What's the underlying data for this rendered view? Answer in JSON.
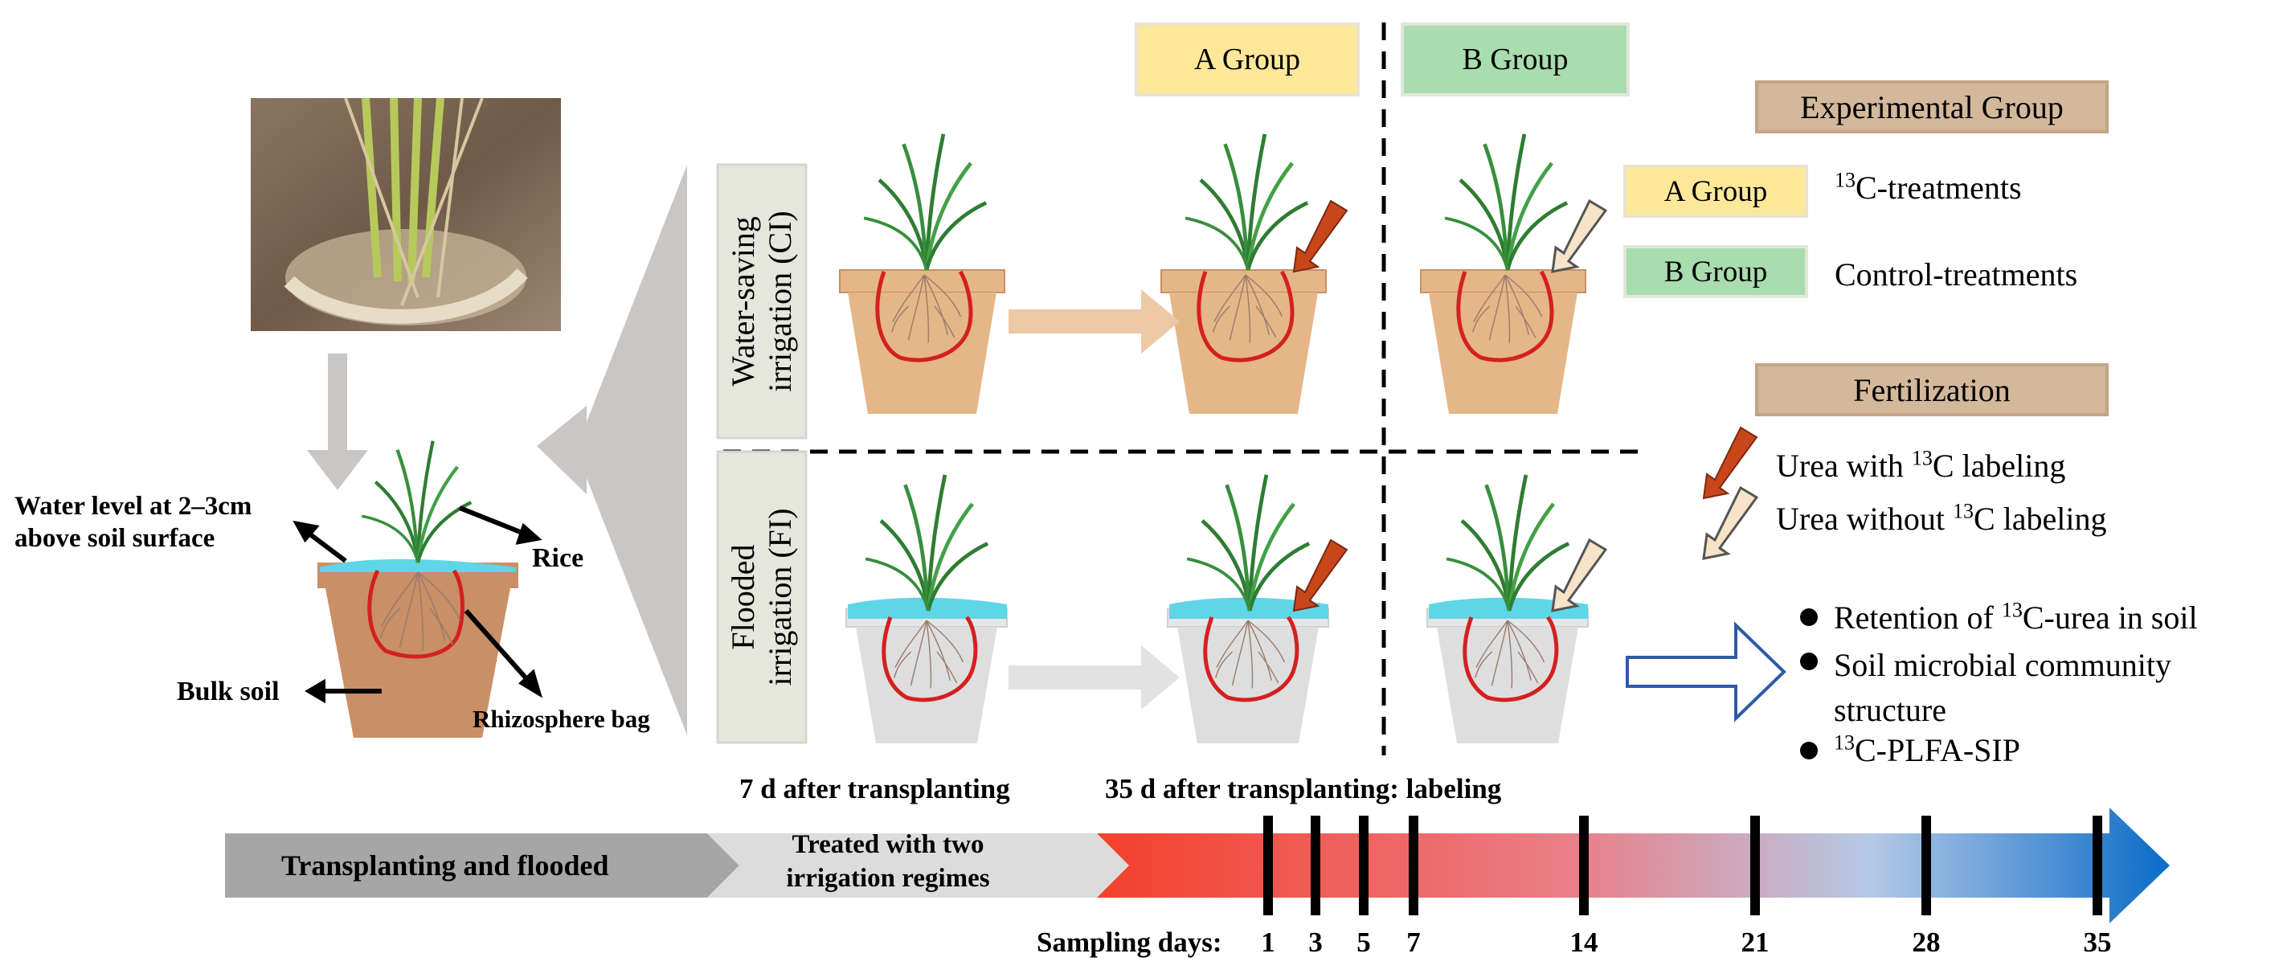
{
  "groups": {
    "a_group": "A Group",
    "b_group": "B Group"
  },
  "irrigation": {
    "water_saving_line1": "Water-saving",
    "water_saving_line2": "irrigation (CI)",
    "flooded_line1": "Flooded",
    "flooded_line2": "irrigation (FI)"
  },
  "pot_labels": {
    "water_level_line1": "Water level at 2–3cm",
    "water_level_line2": "above soil surface",
    "rice": "Rice",
    "bulk_soil": "Bulk soil",
    "rhizosphere_bag": "Rhizosphere bag"
  },
  "legend": {
    "experimental_group_title": "Experimental Group",
    "a_group": "A Group",
    "b_group": "B Group",
    "c13_treatments_sup": "13",
    "c13_treatments_rest": "C-treatments",
    "control_treatments": "Control-treatments",
    "fertilization_title": "Fertilization",
    "urea_with_pre": "Urea with ",
    "urea_with_sup": "13",
    "urea_with_post": "C labeling",
    "urea_without_pre": "Urea without ",
    "urea_without_sup": "13",
    "urea_without_post": "C labeling"
  },
  "outcomes": {
    "retention_pre": "Retention of ",
    "retention_sup": "13",
    "retention_post": "C-urea in soil",
    "microbial_line1": "Soil microbial community",
    "microbial_line2": "structure",
    "plfa_sup": "13",
    "plfa_post": "C-PLFA-SIP"
  },
  "timeline": {
    "transplanting_flooded": "Transplanting and flooded",
    "treated_line1": "Treated with two",
    "treated_line2": "irrigation regimes",
    "seven_days": "7 d after transplanting",
    "thirty_five_days": "35 d after transplanting: labeling",
    "sampling_label": "Sampling days:",
    "sampling_days": [
      "1",
      "3",
      "5",
      "7",
      "14",
      "21",
      "28",
      "35"
    ]
  },
  "colors": {
    "a_group_fill": "#fde89a",
    "b_group_fill": "#a9dcae",
    "header_fill": "#d4b89b",
    "pot_clay": "#e4b688",
    "pot_clay_dark": "#c98f67",
    "pot_grey": "#dedede",
    "water": "#5fd6e6",
    "bag_outline": "#d42020",
    "labeled_arrow": "#c9461a",
    "unlabeled_arrow": "#f6e3c8",
    "timeline_red": "#f4402c",
    "timeline_blue": "#0a6cc8"
  },
  "icons": {
    "plant": "rice-plant-icon",
    "labeled_urea": "labeled-urea-arrow-icon",
    "unlabeled_urea": "unlabeled-urea-arrow-icon",
    "bullet": "bullet-dot-icon",
    "outcome_arrow": "outline-arrow-icon"
  }
}
